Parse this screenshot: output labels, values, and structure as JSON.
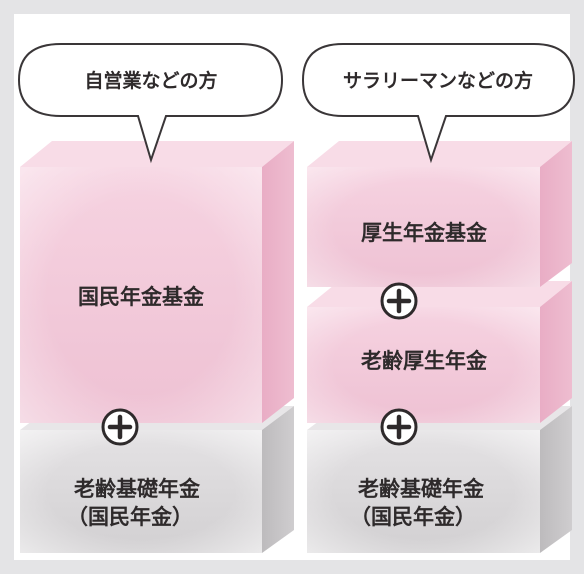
{
  "columns": {
    "left": {
      "bubble": "自営業などの方",
      "upper_block": "国民年金基金",
      "lower_block_line1": "老齢基礎年金",
      "lower_block_line2": "（国民年金）"
    },
    "right": {
      "bubble": "サラリーマンなどの方",
      "top_block": "厚生年金基金",
      "middle_block": "老齢厚生年金",
      "lower_block_line1": "老齢基礎年金",
      "lower_block_line2": "（国民年金）"
    }
  },
  "colors": {
    "background": "#e4e4e6",
    "panel": "#ffffff",
    "pink_face": "#f3c9da",
    "pink_side": "#e8aec6",
    "pink_top": "#f8dde7",
    "gray_face": "#dcdadc",
    "gray_side": "#c4c2c4",
    "gray_top": "#e6e4e6",
    "text": "#2e2a2b"
  }
}
